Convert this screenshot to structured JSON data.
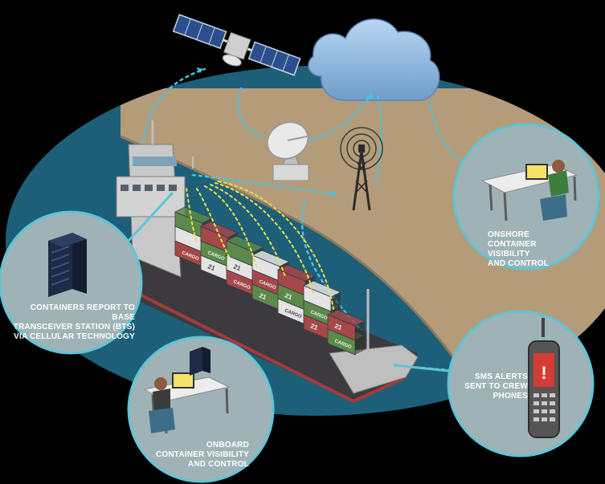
{
  "callouts": {
    "bts": {
      "lines": [
        "CONTAINERS REPORT TO BASE",
        "TRANSCEIVER STATION (BTS)",
        "VIA CELLULAR TECHNOLOGY"
      ]
    },
    "onshore": {
      "lines": [
        "ONSHORE",
        "CONTAINER VISIBILITY",
        "AND CONTROL"
      ]
    },
    "sms": {
      "lines": [
        "SMS ALERTS",
        "SENT TO CREW",
        "PHONES"
      ]
    },
    "onboard": {
      "lines": [
        "ONBOARD",
        "CONTAINER VISIBILITY",
        "AND CONTROL"
      ]
    }
  },
  "container_labels": {
    "cargo": "CARGO",
    "number": "21"
  },
  "colors": {
    "background": "#000000",
    "sea": "#1d5f79",
    "land": "#b49c7a",
    "callout_fill": "#9fb3b7",
    "callout_border": "#5fc4d6",
    "signal_blue": "#46c3e6",
    "signal_yellow": "#e8e04a",
    "container_red": "#a5484a",
    "container_green": "#5b8a4b",
    "container_white": "#e4e4e4",
    "hull": "#3c3a3e",
    "cloud": "#8fb7de"
  },
  "icons": [
    "satellite-icon",
    "cloud-icon",
    "satellite-dish-icon",
    "cell-tower-icon",
    "server-rack-icon",
    "mobile-phone-icon",
    "workstation-icon"
  ]
}
